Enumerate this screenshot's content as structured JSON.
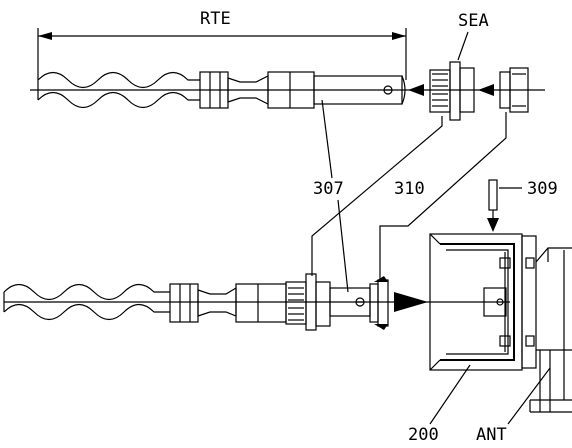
{
  "labels": {
    "rte": "RTE",
    "sea": "SEA",
    "p307": "307",
    "p310": "310",
    "p309": "309",
    "p200": "200",
    "ant": "ANT"
  }
}
